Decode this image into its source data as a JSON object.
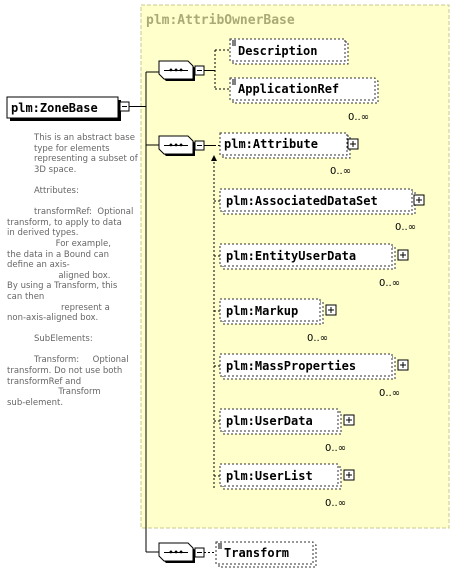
{
  "group": {
    "label": "plm:AttribOwnerBase"
  },
  "root": {
    "label": "plm:ZoneBase"
  },
  "sequence_symbol": "•••",
  "elements": {
    "description": {
      "label": "Description"
    },
    "application_ref": {
      "label": "ApplicationRef",
      "cardinality": "0..∞"
    },
    "attribute": {
      "label": "plm:Attribute",
      "cardinality": "0..∞"
    },
    "associated_data_set": {
      "label": "plm:AssociatedDataSet",
      "cardinality": "0..∞"
    },
    "entity_user_data": {
      "label": "plm:EntityUserData",
      "cardinality": "0..∞"
    },
    "markup": {
      "label": "plm:Markup",
      "cardinality": "0..∞"
    },
    "mass_properties": {
      "label": "plm:MassProperties",
      "cardinality": "0..∞"
    },
    "user_data": {
      "label": "plm:UserData",
      "cardinality": "0..∞"
    },
    "user_list": {
      "label": "plm:UserList",
      "cardinality": "0..∞"
    },
    "transform": {
      "label": "Transform"
    }
  },
  "annotation": [
    "          This is an abstract base",
    "          type for elements",
    "          representing a subset of",
    "          3D space.",
    "",
    "          Attributes:",
    "",
    "          transformRef:  Optional",
    "transform, to apply to data",
    "in derived types.",
    "                  For example,",
    "the data in a Bound can",
    "define an axis-",
    "                   aligned box.",
    "By using a Transform, this",
    "can then",
    "                    represent a",
    "non-axis-aligned box.",
    "",
    "          SubElements:",
    "",
    "          Transform:     Optional",
    "transform. Do not use both",
    "transformRef and",
    "                   Transform",
    "sub-element."
  ],
  "colors": {
    "group_fill": "#ffffcc",
    "group_border": "#c8c88c",
    "group_label": "#aaaa77",
    "box_border": "#333333",
    "line": "#000000",
    "annotation_text": "#666666"
  }
}
